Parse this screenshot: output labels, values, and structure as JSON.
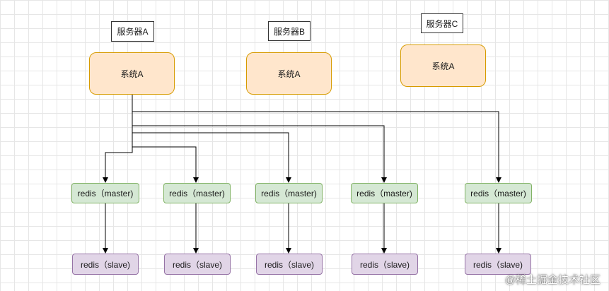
{
  "servers": [
    {
      "label": "服务器A",
      "system": "系统A"
    },
    {
      "label": "服务器B",
      "system": "系统A"
    },
    {
      "label": "服务器C",
      "system": "系统A"
    }
  ],
  "nodes": [
    {
      "master": "redis（master)",
      "slave": "redis（slave)"
    },
    {
      "master": "redis（master)",
      "slave": "redis（slave)"
    },
    {
      "master": "redis（master)",
      "slave": "redis（slave)"
    },
    {
      "master": "redis（master)",
      "slave": "redis（slave)"
    },
    {
      "master": "redis（master)",
      "slave": "redis（slave)"
    }
  ],
  "watermark": "@稀土掘金技术社区",
  "colors": {
    "system_fill": "#ffe6cc",
    "system_stroke": "#d79b00",
    "master_fill": "#d5e8d4",
    "master_stroke": "#82b366",
    "slave_fill": "#e1d5e7",
    "slave_stroke": "#9673a6"
  }
}
